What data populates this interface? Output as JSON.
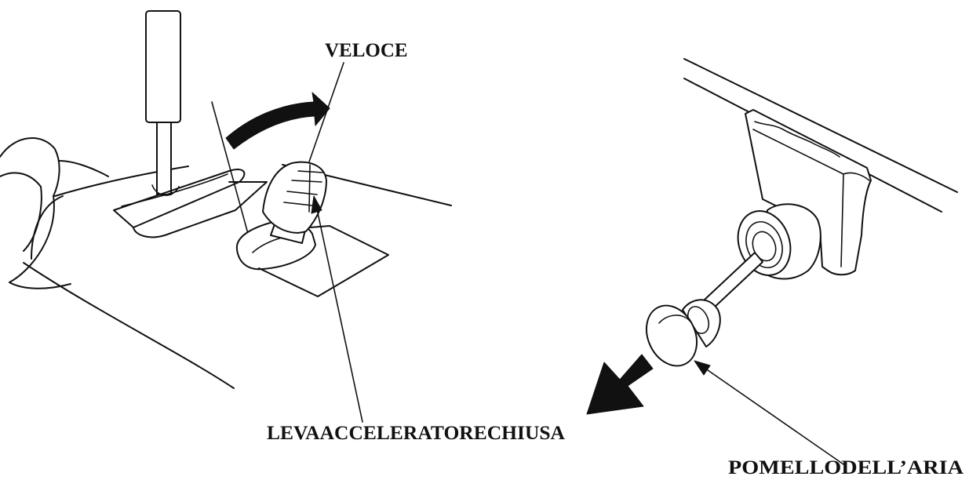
{
  "labels": {
    "veloce": "VELOCE",
    "throttle_lever": "LEVAACCELERATORECHIUSA",
    "choke_knob": "POMELLODELL’ARIA"
  },
  "colors": {
    "ink": "#111111",
    "background": "#ffffff"
  },
  "icons": {
    "motion_arrow_left": "curved-arrow-icon",
    "motion_arrow_right": "pull-arrow-icon"
  }
}
